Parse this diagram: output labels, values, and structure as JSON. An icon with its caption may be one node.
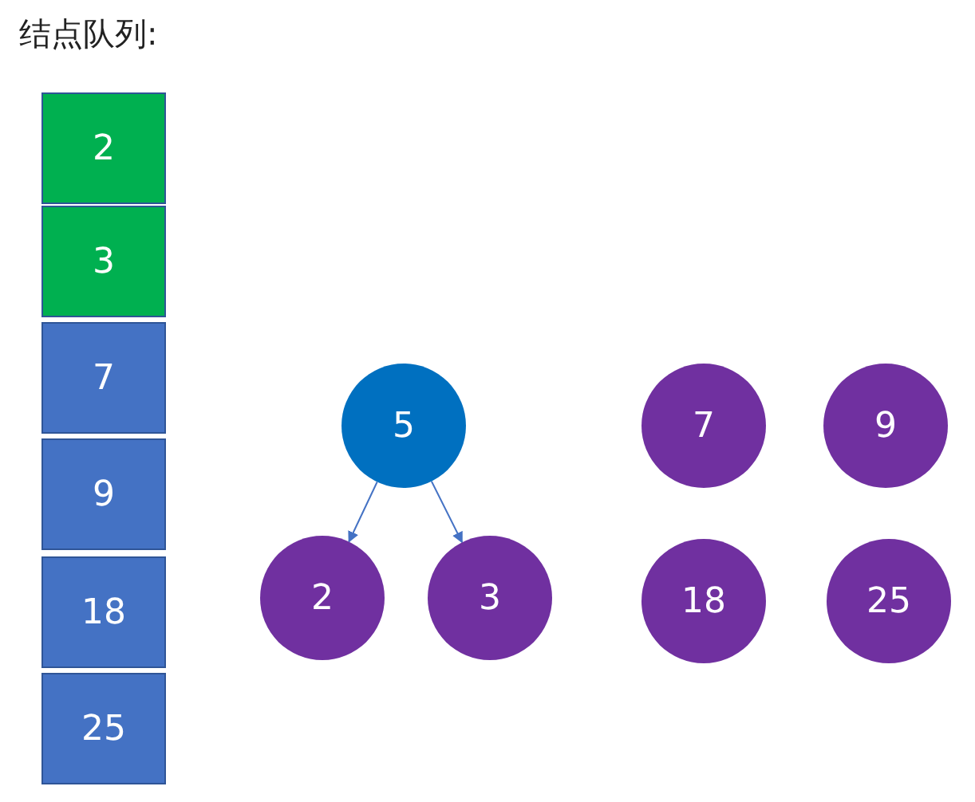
{
  "diagram": {
    "title": "结点队列:",
    "nodes": [
      {
        "text": [
          "2"
        ]
      },
      {
        "text": [
          "3"
        ]
      },
      {
        "text": [
          "7"
        ]
      },
      {
        "text": [
          "9"
        ]
      },
      {
        "text": [
          "18"
        ]
      },
      {
        "text": [
          "25"
        ]
      },
      {
        "text": [
          "5"
        ]
      },
      {
        "text": [
          "2"
        ]
      },
      {
        "text": [
          "3"
        ]
      },
      {
        "text": [
          "7"
        ]
      },
      {
        "text": [
          "9"
        ]
      },
      {
        "text": [
          "18"
        ]
      },
      {
        "text": [
          "25"
        ]
      }
    ],
    "edges": [
      {
        "from": 6,
        "to": 7,
        "arrow": "to"
      },
      {
        "from": 6,
        "to": 8,
        "arrow": "to"
      }
    ]
  }
}
